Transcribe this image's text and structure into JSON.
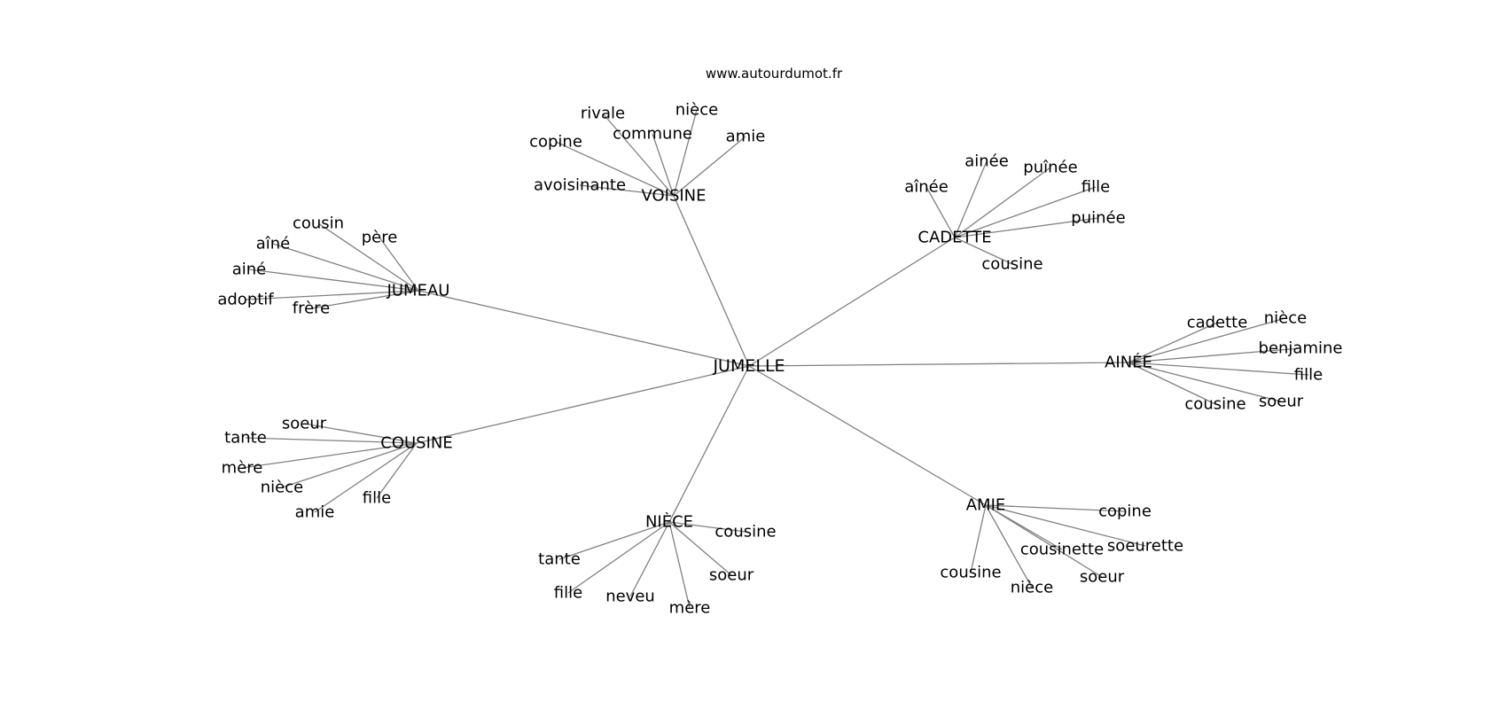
{
  "watermark": "www.autourdumot.fr",
  "center": "JUMELLE",
  "hubs": [
    {
      "id": "voisine",
      "label": "VOISINE",
      "leaves": [
        "rivale",
        "commune",
        "nièce",
        "copine",
        "amie",
        "avoisinante"
      ]
    },
    {
      "id": "cadette",
      "label": "CADETTE",
      "leaves": [
        "ainée",
        "aînée",
        "puînée",
        "fille",
        "puinée",
        "cousine"
      ]
    },
    {
      "id": "jumeau",
      "label": "JUMEAU",
      "leaves": [
        "cousin",
        "aîné",
        "père",
        "ainé",
        "adoptif",
        "frère"
      ]
    },
    {
      "id": "ainee",
      "label": "AINÉE",
      "leaves": [
        "cadette",
        "nièce",
        "benjamine",
        "fille",
        "soeur",
        "cousine"
      ]
    },
    {
      "id": "cousine",
      "label": "COUSINE",
      "leaves": [
        "soeur",
        "tante",
        "mère",
        "nièce",
        "fille",
        "amie"
      ]
    },
    {
      "id": "niece",
      "label": "NIÈCE",
      "leaves": [
        "cousine",
        "tante",
        "soeur",
        "fille",
        "neveu",
        "mère"
      ]
    },
    {
      "id": "amie",
      "label": "AMIE",
      "leaves": [
        "copine",
        "soeurette",
        "cousinette",
        "soeur",
        "cousine",
        "nièce"
      ]
    }
  ]
}
